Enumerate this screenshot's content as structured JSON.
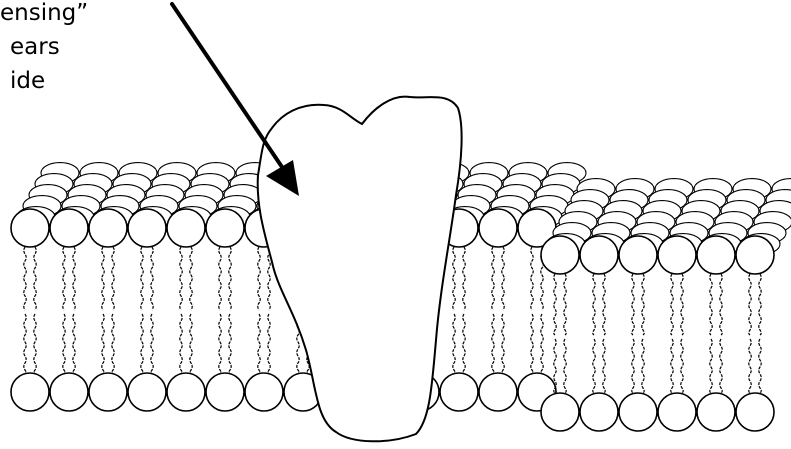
{
  "caption": {
    "lines": [
      "ensing”",
      "ears",
      "ide"
    ]
  },
  "colors": {
    "ink": "#000000",
    "paper": "#ffffff"
  },
  "figure": {
    "layers": "lipid-bilayer",
    "left_block": "membrane-left",
    "right_block": "membrane-right",
    "protein": "transmembrane-protein",
    "arrow": "pointer-arrow"
  }
}
